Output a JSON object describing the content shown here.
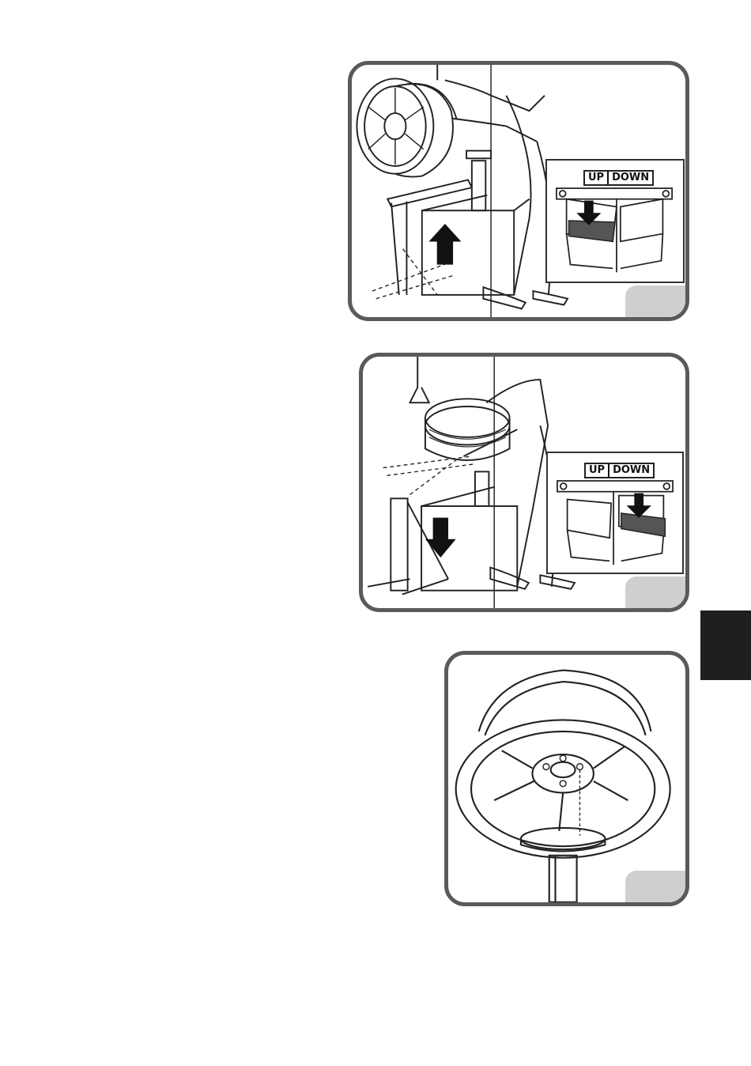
{
  "figures": [
    {
      "name": "figure-lift-wheel-up",
      "inset": {
        "up_label": "UP",
        "down_label": "DOWN",
        "pressed": "up"
      },
      "arrow_direction": "up"
    },
    {
      "name": "figure-lower-wheel-down",
      "inset": {
        "up_label": "UP",
        "down_label": "DOWN",
        "pressed": "down"
      },
      "arrow_direction": "down"
    },
    {
      "name": "figure-rim-centering",
      "inset": null
    }
  ],
  "colors": {
    "frame_border": "#5a5a5a",
    "badge_fill": "#cfcfcf",
    "tab_marker": "#1f1f1f",
    "pedal_pressed": "#555555"
  },
  "icons": {
    "arrow_up": "arrow-up-icon",
    "arrow_down": "arrow-down-icon"
  }
}
